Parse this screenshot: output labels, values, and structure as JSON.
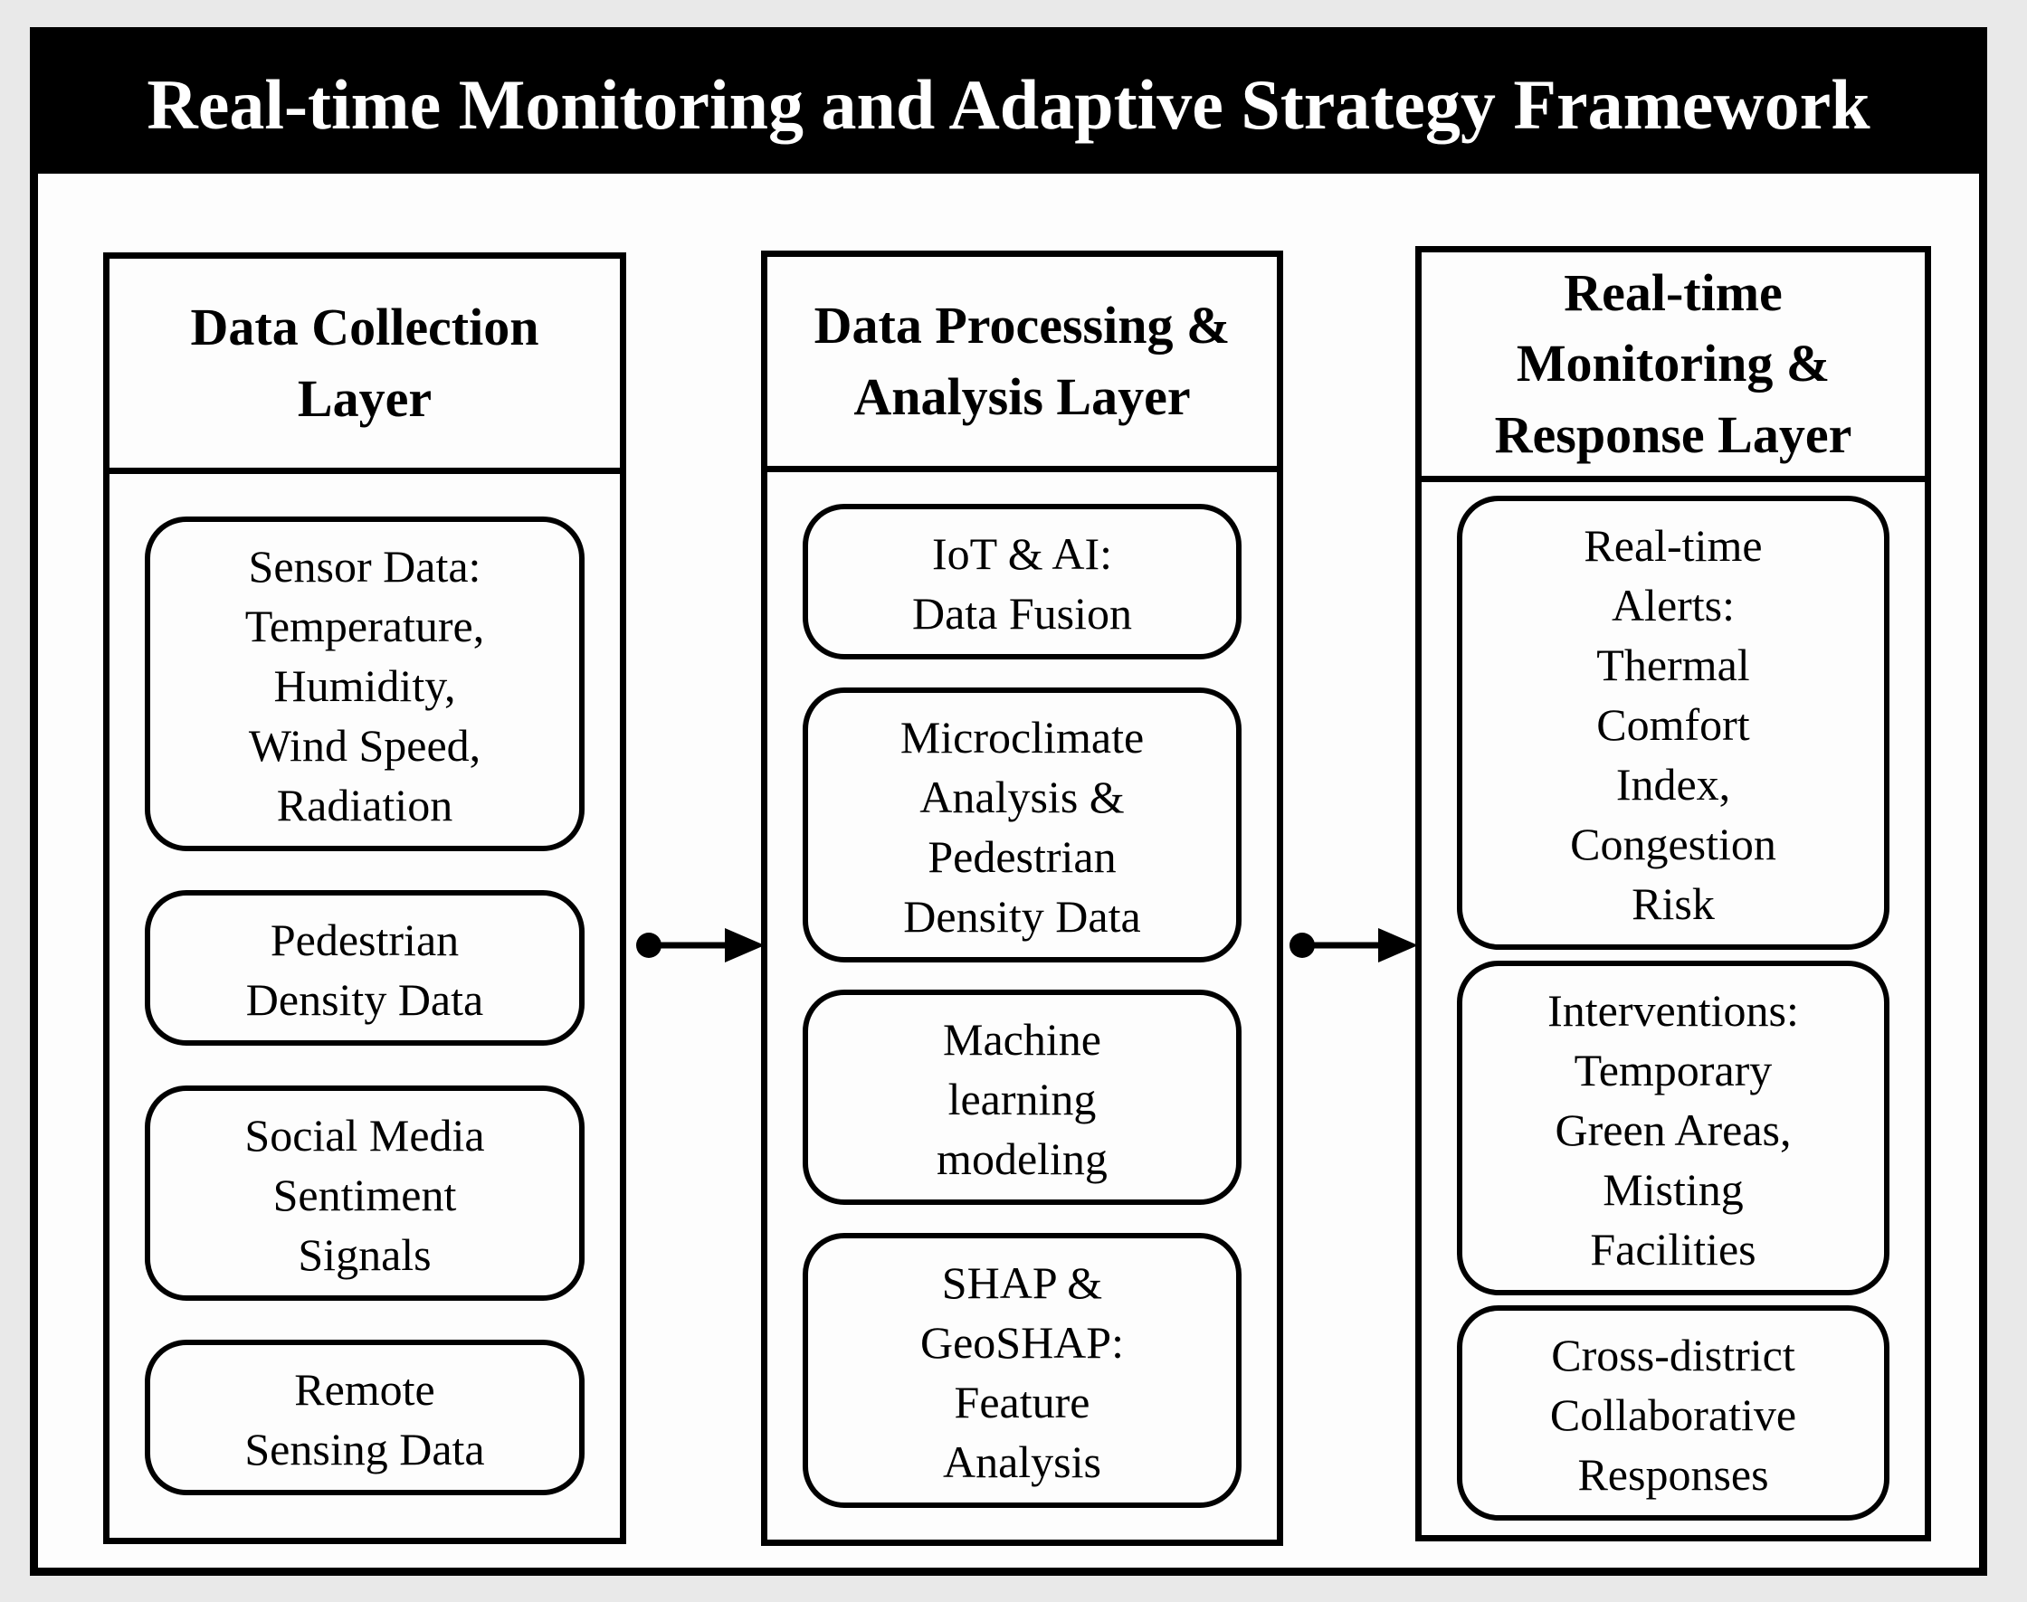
{
  "title": "Real-time Monitoring and Adaptive Strategy Framework",
  "columns": [
    {
      "header": "Data Collection\nLayer",
      "boxes": [
        "Sensor Data:\nTemperature,\nHumidity,\nWind Speed,\nRadiation",
        "Pedestrian\nDensity Data",
        "Social Media\nSentiment\nSignals",
        "Remote\nSensing Data"
      ]
    },
    {
      "header": "Data Processing &\nAnalysis Layer",
      "boxes": [
        "IoT & AI:\nData Fusion",
        "Microclimate\nAnalysis &\nPedestrian\nDensity Data",
        "Machine\nlearning\nmodeling",
        "SHAP &\nGeoSHAP:\nFeature\nAnalysis"
      ]
    },
    {
      "header": "Real-time\nMonitoring &\nResponse Layer",
      "boxes": [
        "Real-time\nAlerts:\nThermal\nComfort\nIndex,\nCongestion\nRisk",
        "Interventions:\nTemporary\nGreen Areas,\nMisting\nFacilities",
        "Cross-district\nCollaborative\nResponses"
      ]
    }
  ],
  "connectors": [
    {
      "icon": "dot-arrow-right-icon"
    },
    {
      "icon": "dot-arrow-right-icon"
    }
  ],
  "colors": {
    "title_bar_bg": "#000000",
    "title_text": "#ffffff",
    "line_color": "#000000",
    "panel_bg": "#fdfdfd",
    "page_bg": "#e9e9e9"
  }
}
